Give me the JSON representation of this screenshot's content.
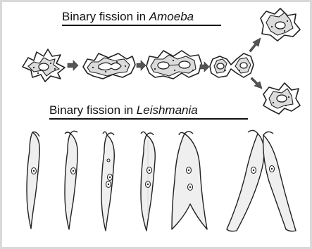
{
  "titles": {
    "amoeba_prefix": "Binary fission in ",
    "amoeba_organism": "Amoeba",
    "leishmania_prefix": "Binary fission in ",
    "leishmania_organism": "Leishmania"
  },
  "stages": {
    "amoeba_stage_count": 6,
    "leishmania_stage_count": 6
  },
  "colors": {
    "outline": "#222222",
    "cytoplasm": "#dcdcdc",
    "arrow": "#555555",
    "border": "#d9d9d9"
  }
}
